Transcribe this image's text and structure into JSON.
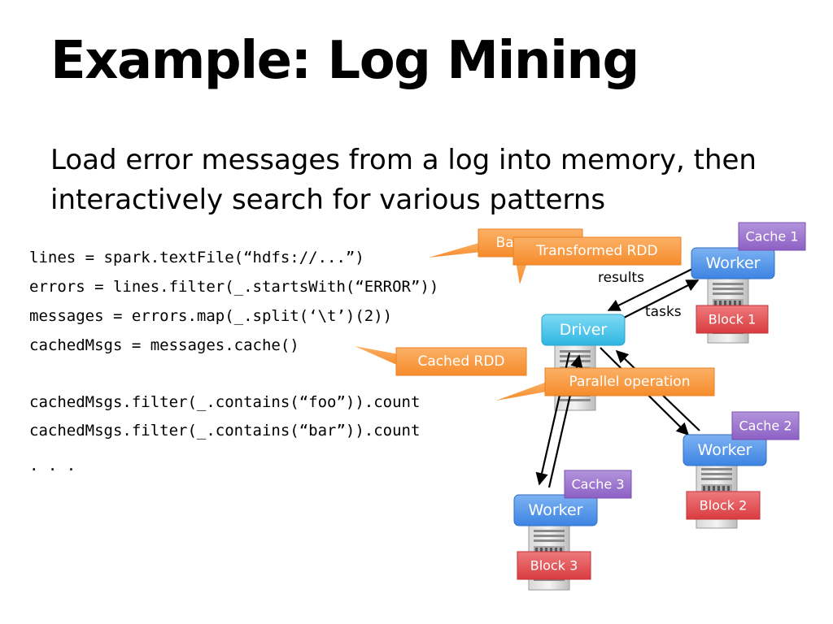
{
  "slide": {
    "title": "Example: Log Mining",
    "subtitle": "Load error messages from a log into memory, then interactively search for various patterns"
  },
  "code": {
    "lines": [
      "lines = spark.textFile(“hdfs://...”)",
      "errors = lines.filter(_.startsWith(“ERROR”))",
      "messages = errors.map(_.split(‘\\t’)(2))",
      "cachedMsgs = messages.cache()",
      "cachedMsgs.filter(_.contains(“foo”)).count",
      "cachedMsgs.filter(_.contains(“bar”)).count",
      ". . ."
    ]
  },
  "callouts": {
    "base_rdd": "Base RDD",
    "transformed_rdd": "Transformed RDD",
    "cached_rdd": "Cached RDD",
    "parallel_operation": "Parallel operation"
  },
  "diagram": {
    "driver": "Driver",
    "workers": [
      "Worker",
      "Worker",
      "Worker"
    ],
    "caches": [
      "Cache 1",
      "Cache 2",
      "Cache 3"
    ],
    "blocks": [
      "Block 1",
      "Block 2",
      "Block 3"
    ],
    "results_label": "results",
    "tasks_label": "tasks"
  },
  "colors": {
    "callout": "#F9963A",
    "driver": "#42C7EC",
    "worker": "#4E93E8",
    "cache": "#9A70CC",
    "block": "#E4474A"
  }
}
